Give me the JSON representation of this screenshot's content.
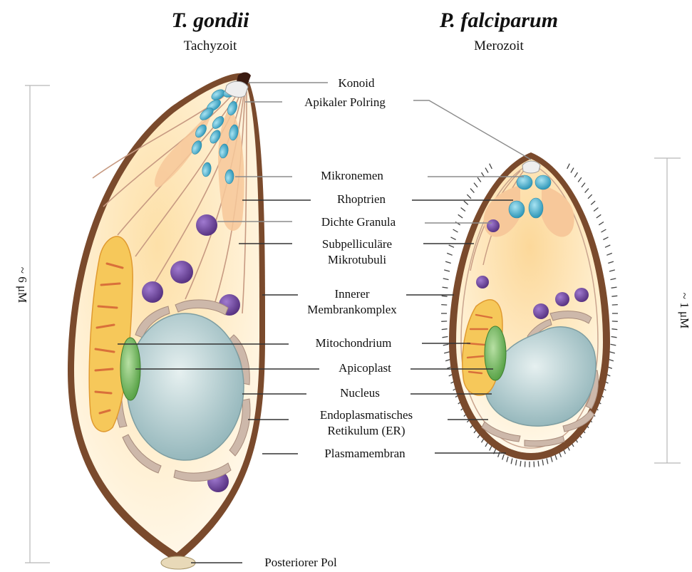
{
  "titles": {
    "left": {
      "species": "T. gondii",
      "stage": "Tachyzoit"
    },
    "right": {
      "species": "P. falciparum",
      "stage": "Merozoit"
    }
  },
  "scale": {
    "left": "~ 6 μM",
    "right": "~ 1 μM"
  },
  "labels": [
    {
      "id": "konoid",
      "lines": [
        "Konoid"
      ]
    },
    {
      "id": "polring",
      "lines": [
        "Apikaler Polring"
      ]
    },
    {
      "id": "mikronemen",
      "lines": [
        "Mikronemen"
      ]
    },
    {
      "id": "rhoptrien",
      "lines": [
        "Rhoptrien"
      ]
    },
    {
      "id": "granula",
      "lines": [
        "Dichte Granula"
      ]
    },
    {
      "id": "mikrotubuli",
      "lines": [
        "Subpelliculäre",
        "Mikrotubuli"
      ]
    },
    {
      "id": "imc",
      "lines": [
        "Innerer",
        "Membrankomplex"
      ]
    },
    {
      "id": "mito",
      "lines": [
        "Mitochondrium"
      ]
    },
    {
      "id": "apico",
      "lines": [
        "Apicoplast"
      ]
    },
    {
      "id": "nucleus",
      "lines": [
        "Nucleus"
      ]
    },
    {
      "id": "er",
      "lines": [
        "Endoplasmatisches",
        "Retikulum (ER)"
      ]
    },
    {
      "id": "plasma",
      "lines": [
        "Plasmamembran"
      ]
    },
    {
      "id": "posterior",
      "lines": [
        "Posteriorer Pol"
      ]
    }
  ],
  "colors": {
    "membrane": "#7a4a2c",
    "cytoplasm": "#fde7bd",
    "nucleus": "#9fc0c5",
    "granule": "#6a3d9a",
    "microneme": "#3aa8c7",
    "rhoptry": "#f5c79a",
    "apicoplast": "#5ba64a",
    "mitochondrion": "#f6c85a",
    "er": "#c9b4a6"
  }
}
